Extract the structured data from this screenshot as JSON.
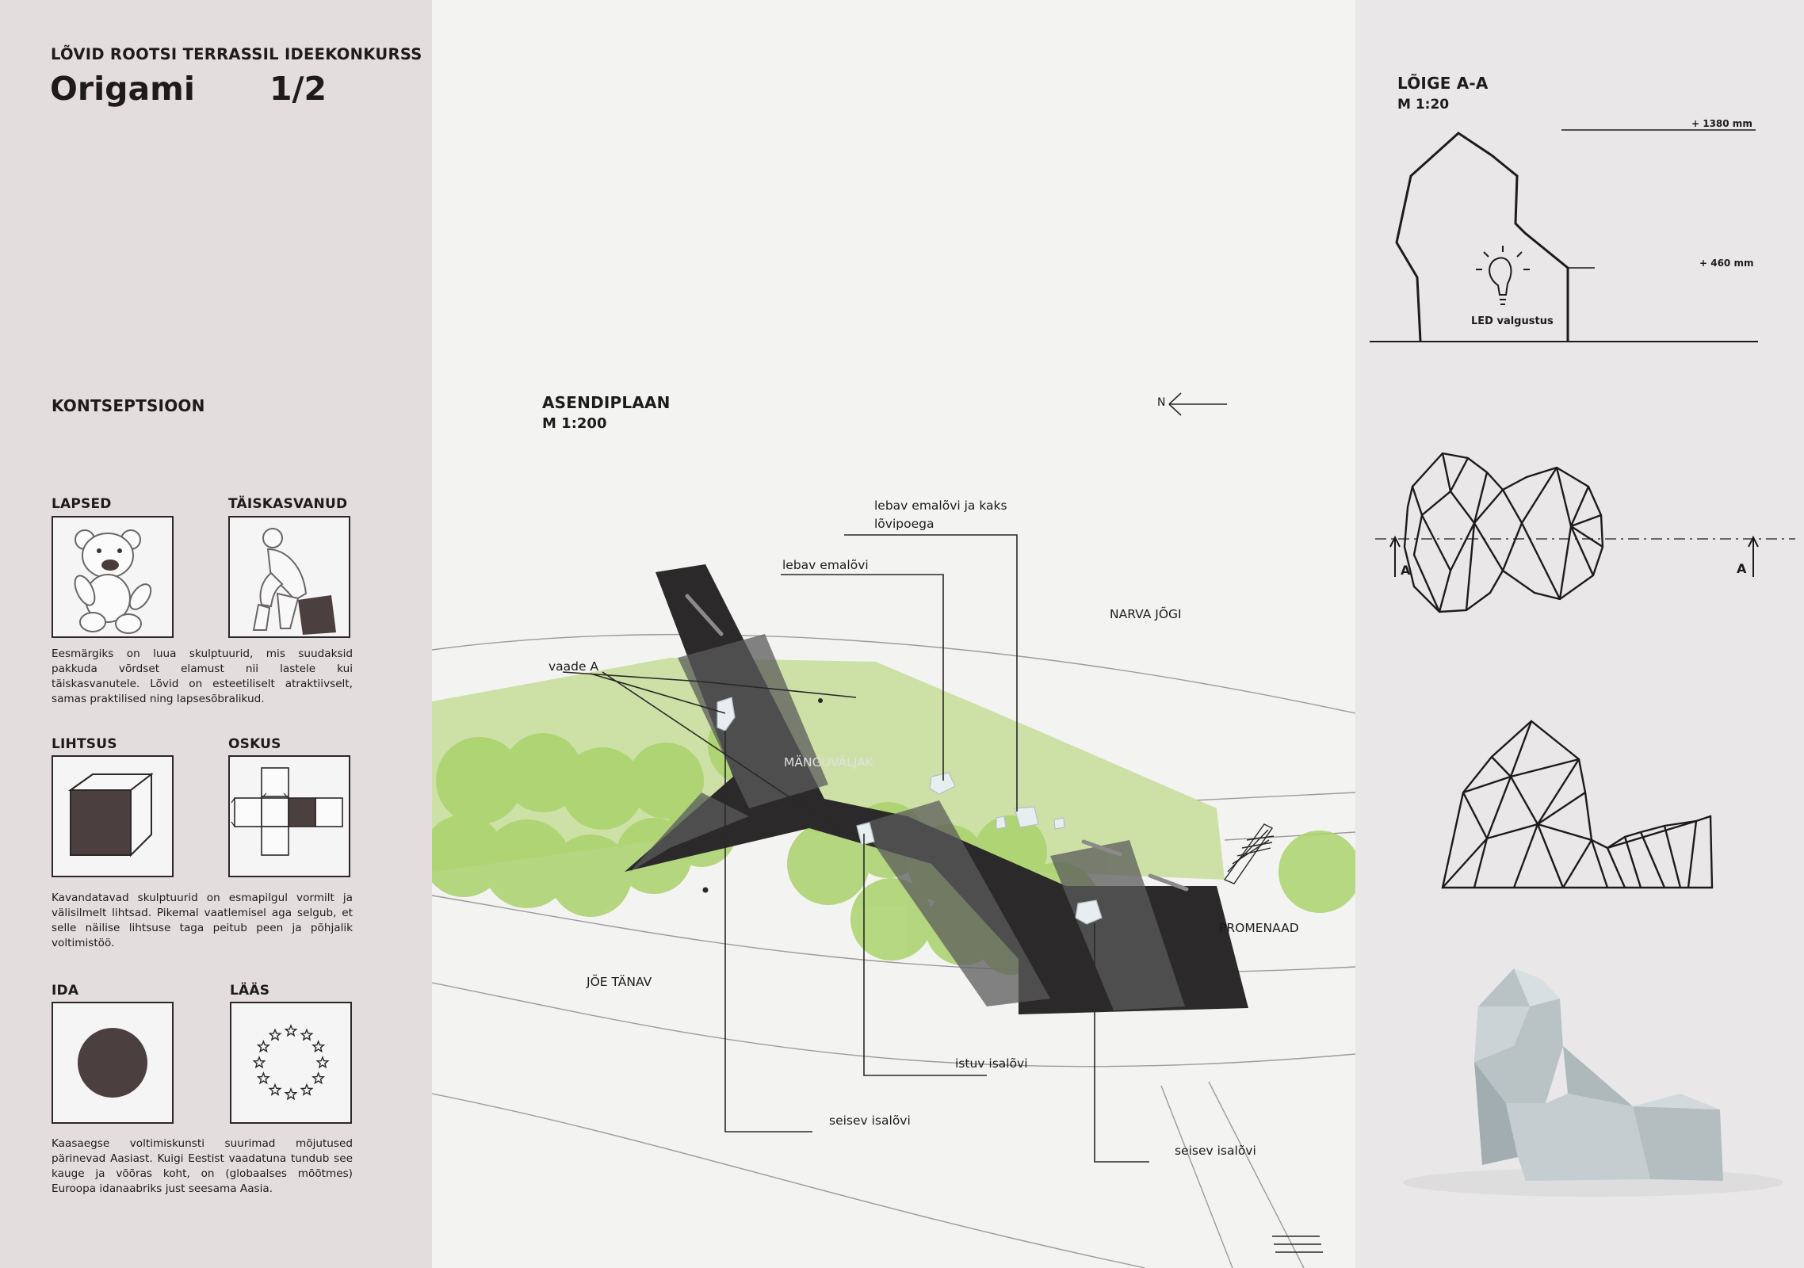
{
  "header": {
    "competition": "LÕVID ROOTSI TERRASSIL IDEEKONKURSS",
    "title": "Origami",
    "page": "1/2"
  },
  "concept": {
    "heading": "KONTSEPTSIOON",
    "pairs": [
      {
        "left_label": "LAPSED",
        "left_icon": "teddy-bear-icon",
        "right_label": "TÄISKASVANUD",
        "right_icon": "thinker-statue-icon",
        "text": "Eesmärgiks on luua skulptuurid, mis suudaksid pakkuda võrdset elamust nii lastele kui täiskasvanutele. Lõvid on esteetiliselt atraktiivselt, samas praktilised ning lapsesõbralikud."
      },
      {
        "left_label": "LIHTSUS",
        "left_icon": "cube-icon",
        "right_label": "OSKUS",
        "right_icon": "cube-net-icon",
        "text": "Kavandatavad skulptuurid on esmapilgul vormilt ja välisilmelt lihtsad. Pikemal vaatlemisel aga selgub, et selle näilise lihtsuse taga peitub peen ja põhjalik voltimistöö."
      },
      {
        "left_label": "IDA",
        "left_icon": "circle-icon",
        "right_label": "LÄÄS",
        "right_icon": "eu-stars-icon",
        "text": "Kaasaegse voltimiskunsti suurimad mõjutused pärinevad Aasiast. Kuigi Eestist vaadatuna tundub see kauge ja võõras koht, on (globaalses mõõtmes) Euroopa idanaabriks just seesama Aasia."
      }
    ]
  },
  "site_plan": {
    "title": "ASENDIPLAAN",
    "scale": "M 1:200",
    "north": "N",
    "labels": {
      "river": "NARVA JÕGI",
      "playground": "MÄNGUVÄLJAK",
      "promenade": "PROMENAAD",
      "street": "JÕE TÄNAV",
      "view": "vaade A",
      "lying_mother": "lebav emalõvi",
      "lying_mother_cubs": "lebav emalõvi ja kaks lõvipoega",
      "sitting_male": "istuv isalõvi",
      "standing_male_1": "seisev isalõvi",
      "standing_male_2": "seisev isalõvi"
    }
  },
  "section": {
    "title": "LÕIGE A-A",
    "scale": "M 1:20",
    "dim_top": "+ 1380 mm",
    "dim_mid": "+ 460 mm",
    "light_label": "LED valgustus",
    "light_icon": "light-bulb-icon",
    "cut_left": "A",
    "cut_right": "A"
  },
  "colors": {
    "left_panel": "#e4dddd",
    "plan_dark": "#2b2929",
    "plan_mid": "#4d4c4c",
    "green_light": "#c9df9e",
    "tree_green": "#a9d26c",
    "right_panel": "#e9e7e8"
  }
}
